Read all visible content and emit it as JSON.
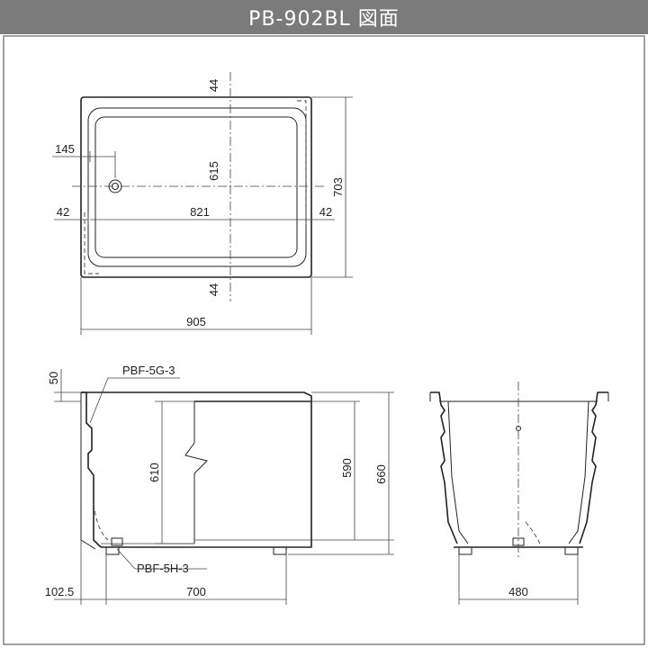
{
  "title": "PB-902BL  図面",
  "colors": {
    "title_bg": "#7a7a7a",
    "title_fg": "#ffffff",
    "line": "#222222"
  },
  "plan_view": {
    "dims": {
      "top_offset": "44",
      "drain_offset": "145",
      "inner_depth": "615",
      "left_offset": "42",
      "inner_width": "821",
      "right_offset": "42",
      "bottom_offset": "44",
      "overall_width": "905",
      "overall_depth": "703"
    }
  },
  "side_view": {
    "dims": {
      "rim": "50",
      "inner_height": "610",
      "apron_height": "590",
      "overall_height": "660",
      "left_extension": "102.5",
      "base_width": "700"
    },
    "labels": {
      "overflow_part": "PBF-5G-3",
      "drain_part": "PBF-5H-3"
    }
  },
  "front_view": {
    "dims": {
      "base_width": "480"
    }
  }
}
